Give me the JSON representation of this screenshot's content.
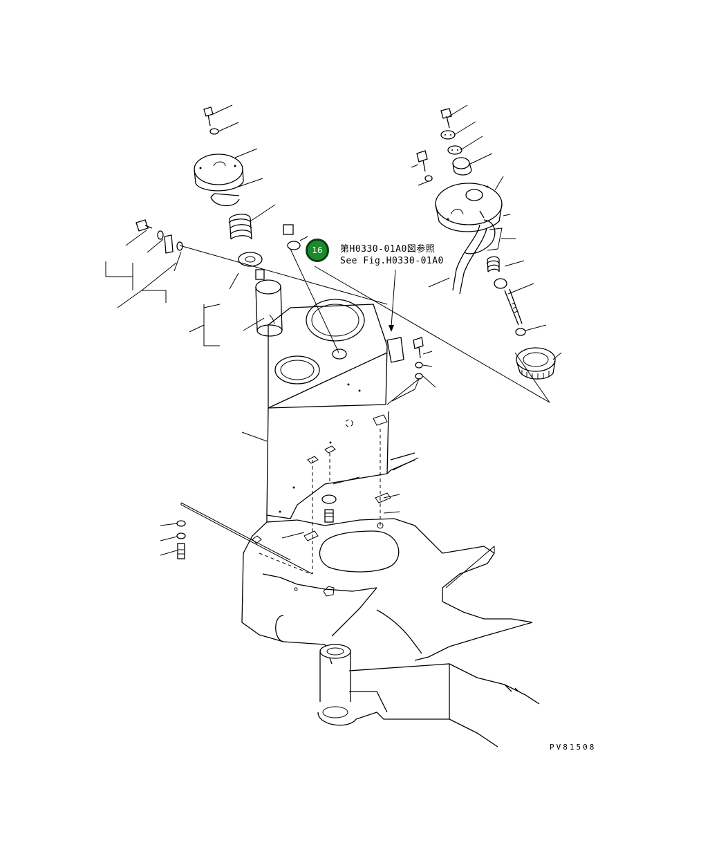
{
  "callout": {
    "number": "16",
    "color": "#1c8a2c"
  },
  "reference_note": {
    "line1": "第H0330-01A0図参照",
    "line2": "See Fig.H0330-01A0"
  },
  "figure_code": "PV81508"
}
